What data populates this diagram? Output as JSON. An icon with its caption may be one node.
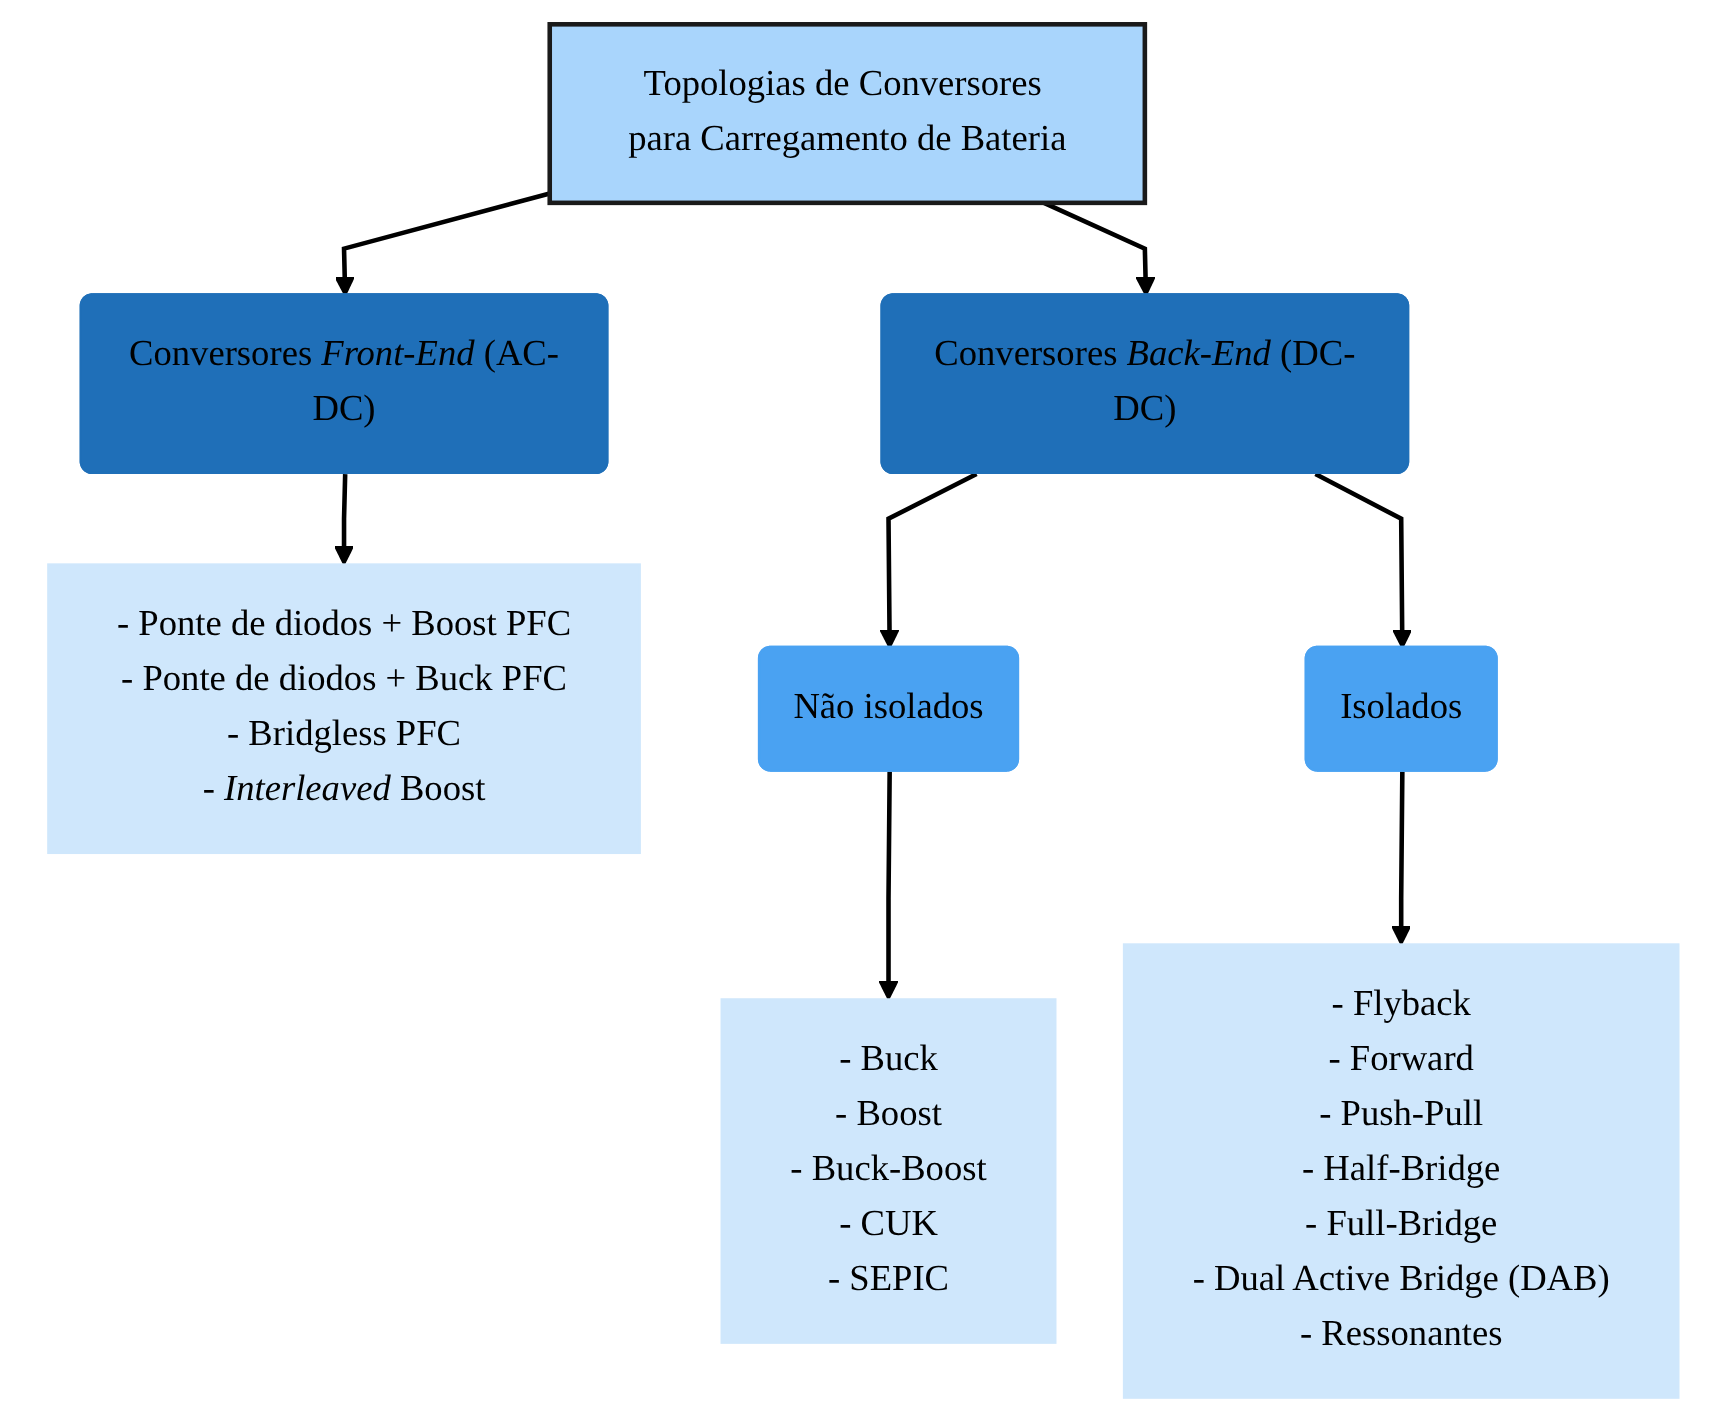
{
  "diagram": {
    "nodes": [
      {
        "text": [
          "Topologias de Conversores para Carregamento de Bateria"
        ]
      },
      {
        "text": [
          "Conversores *Front-End* (AC-DC)"
        ]
      },
      {
        "text": [
          "Conversores *Back-End* (DC-DC)"
        ]
      },
      {
        "text": [
          "- Ponte de diodos + Boost PFC",
          "- Ponte de diodos + Buck PFC",
          "- Bridgless PFC",
          "- *Interleaved* Boost"
        ]
      },
      {
        "text": [
          "Não isolados"
        ]
      },
      {
        "text": [
          "Isolados"
        ]
      },
      {
        "text": [
          "- Buck",
          "- Boost",
          "- Buck-Boost",
          "- CUK",
          "- SEPIC"
        ]
      },
      {
        "text": [
          "- Flyback",
          "- Forward",
          "- Push-Pull",
          "- Half-Bridge",
          "- Full-Bridge",
          "- Dual Active Bridge (DAB)",
          "- Ressonantes"
        ]
      }
    ],
    "edges": [
      {
        "from": 0,
        "to": 1,
        "arrow": "to"
      },
      {
        "from": 0,
        "to": 2,
        "arrow": "to"
      },
      {
        "from": 1,
        "to": 3,
        "arrow": "to"
      },
      {
        "from": 2,
        "to": 4,
        "arrow": "to"
      },
      {
        "from": 2,
        "to": 5,
        "arrow": "to"
      },
      {
        "from": 4,
        "to": 6,
        "arrow": "to"
      },
      {
        "from": 5,
        "to": 7,
        "arrow": "to"
      }
    ]
  }
}
